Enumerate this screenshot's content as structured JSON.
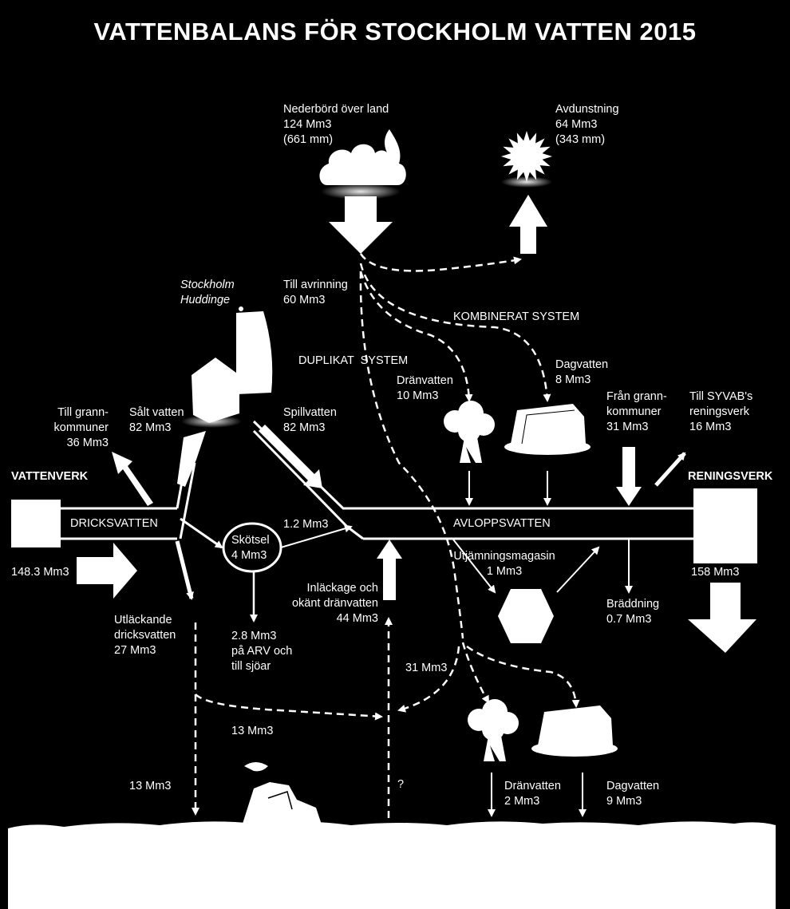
{
  "title": "VATTENBALANS FÖR STOCKHOLM VATTEN 2015",
  "labels": {
    "nederbord": "Nederbörd över land\n124 Mm3\n(661 mm)",
    "avdunstning": "Avdunstning\n64 Mm3\n(343 mm)",
    "stockholm": "Stockholm\nHuddinge",
    "till_avrinning": "Till avrinning\n60 Mm3",
    "kombinerat": "KOMBINERAT SYSTEM",
    "duplikat": "DUPLIKAT  SYSTEM",
    "dranvatten_top": "Dränvatten\n10 Mm3",
    "dagvatten_top": "Dagvatten\n8 Mm3",
    "till_grannkommuner": "Till grann-\nkommuner\n36 Mm3",
    "salt_vatten": "Sålt vatten\n82 Mm3",
    "spillvatten": "Spillvatten\n82 Mm3",
    "fran_grannkommuner": "Från grann-\nkommuner\n31 Mm3",
    "till_syvab": "Till SYVAB's\nreningsverk\n16 Mm3",
    "vattenverk": "VATTENVERK",
    "reningsverk": "RENINGSVERK",
    "dricksvatten": "DRICKSVATTEN",
    "avloppsvatten": "AVLOPPSVATTEN",
    "skotsel": "Skötsel\n4 Mm3",
    "val_1_2": "1.2 Mm3",
    "val_148": "148.3 Mm3",
    "val_158": "158 Mm3",
    "utjamning": "Utjämningsmagasin\n1 Mm3",
    "braddning": "Bräddning\n0.7 Mm3",
    "utlackande": "Utläckande\ndricksvatten\n27 Mm3",
    "arv": "2.8 Mm3\npå ARV och\ntill sjöar",
    "inlackage": "Inläckage och\nokänt dränvatten\n44 Mm3",
    "val_31": "31 Mm3",
    "val_13_mid": "13 Mm3",
    "val_13_left": "13 Mm3",
    "question": "?",
    "dranvatten_bot": "Dränvatten\n2 Mm3",
    "dagvatten_bot": "Dagvatten\n9 Mm3"
  },
  "colors": {
    "background": "#000000",
    "foreground": "#ffffff"
  }
}
